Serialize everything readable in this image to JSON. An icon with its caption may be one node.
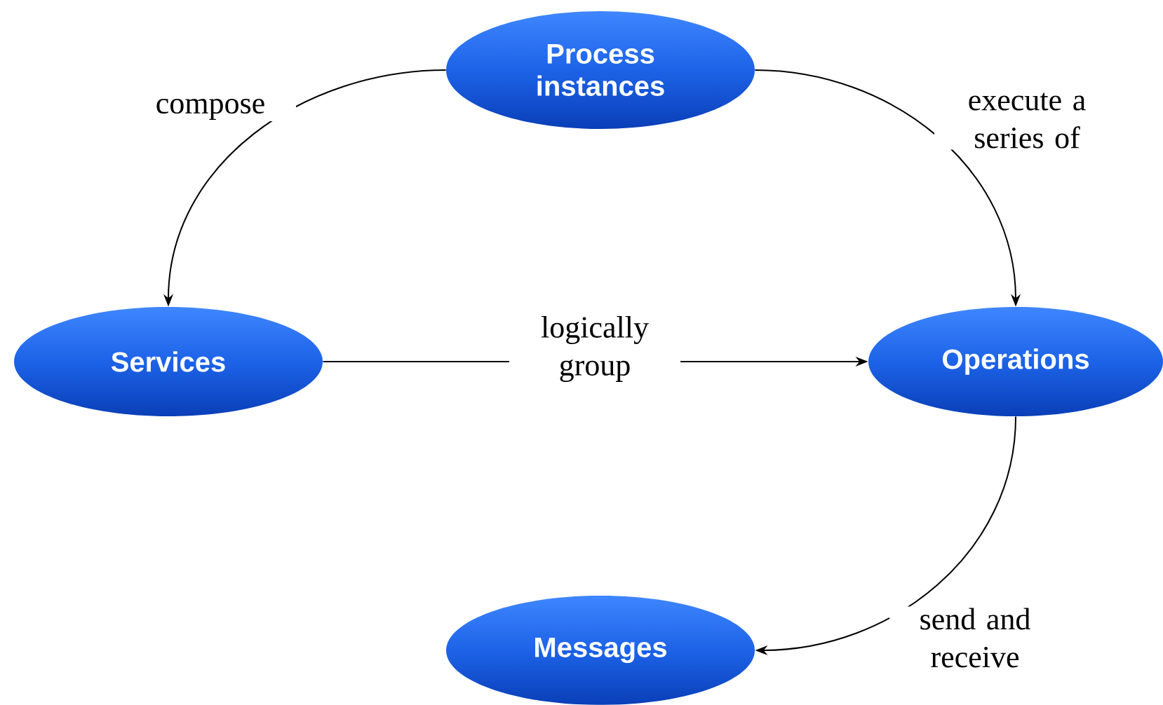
{
  "diagram": {
    "nodes": [
      {
        "text": [
          "Process instances"
        ]
      },
      {
        "text": [
          "Services"
        ]
      },
      {
        "text": [
          "Operations"
        ]
      },
      {
        "text": [
          "Messages"
        ]
      }
    ],
    "edges": [
      {
        "from": 0,
        "to": 1,
        "arrow": "to",
        "label": "compose"
      },
      {
        "from": 0,
        "to": 2,
        "arrow": "to",
        "label": "execute a series of"
      },
      {
        "from": 1,
        "to": 2,
        "arrow": "to",
        "label": "logically group"
      },
      {
        "from": 2,
        "to": 3,
        "arrow": "to",
        "label": "send and receive"
      }
    ]
  }
}
